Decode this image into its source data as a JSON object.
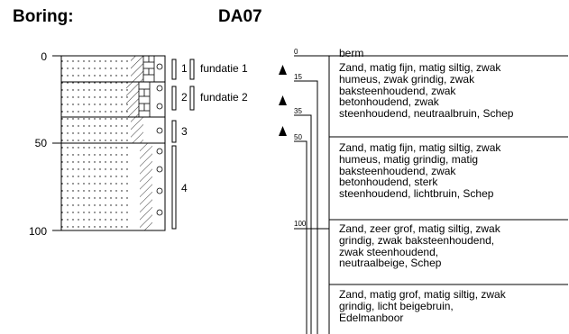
{
  "header": {
    "label": "Boring:",
    "boring_id": "DA07"
  },
  "depth_axis": {
    "ticks": [
      "0",
      "50",
      "100"
    ]
  },
  "samples": [
    {
      "number": "1",
      "note": "fundatie 1"
    },
    {
      "number": "2",
      "note": "fundatie 2"
    },
    {
      "number": "3",
      "note": ""
    },
    {
      "number": "4",
      "note": ""
    }
  ],
  "layer_depths": [
    "0",
    "15",
    "35",
    "50",
    "100"
  ],
  "layers": [
    {
      "description": [
        "berm"
      ]
    },
    {
      "description": [
        "Zand, matig fijn, matig siltig, zwak",
        "humeus, zwak grindig, zwak",
        "baksteenhoudend, zwak",
        "betonhoudend, zwak",
        "steenhoudend, neutraalbruin, Schep"
      ]
    },
    {
      "description": [
        "Zand, matig fijn, matig siltig, zwak",
        "humeus, matig grindig, matig",
        "baksteenhoudend, zwak",
        "betonhoudend, sterk",
        "steenhoudend, lichtbruin, Schep"
      ]
    },
    {
      "description": [
        "Zand, zeer grof, matig siltig, zwak",
        "grindig, zwak baksteenhoudend,",
        "zwak steenhoudend,",
        "neutraalbeige, Schep"
      ]
    },
    {
      "description": [
        "Zand, matig grof, matig siltig, zwak",
        "grindig, licht beigebruin,",
        "Edelmanboor"
      ]
    }
  ],
  "markers": {
    "icon": "triangle-marker-icon",
    "count": 3
  }
}
